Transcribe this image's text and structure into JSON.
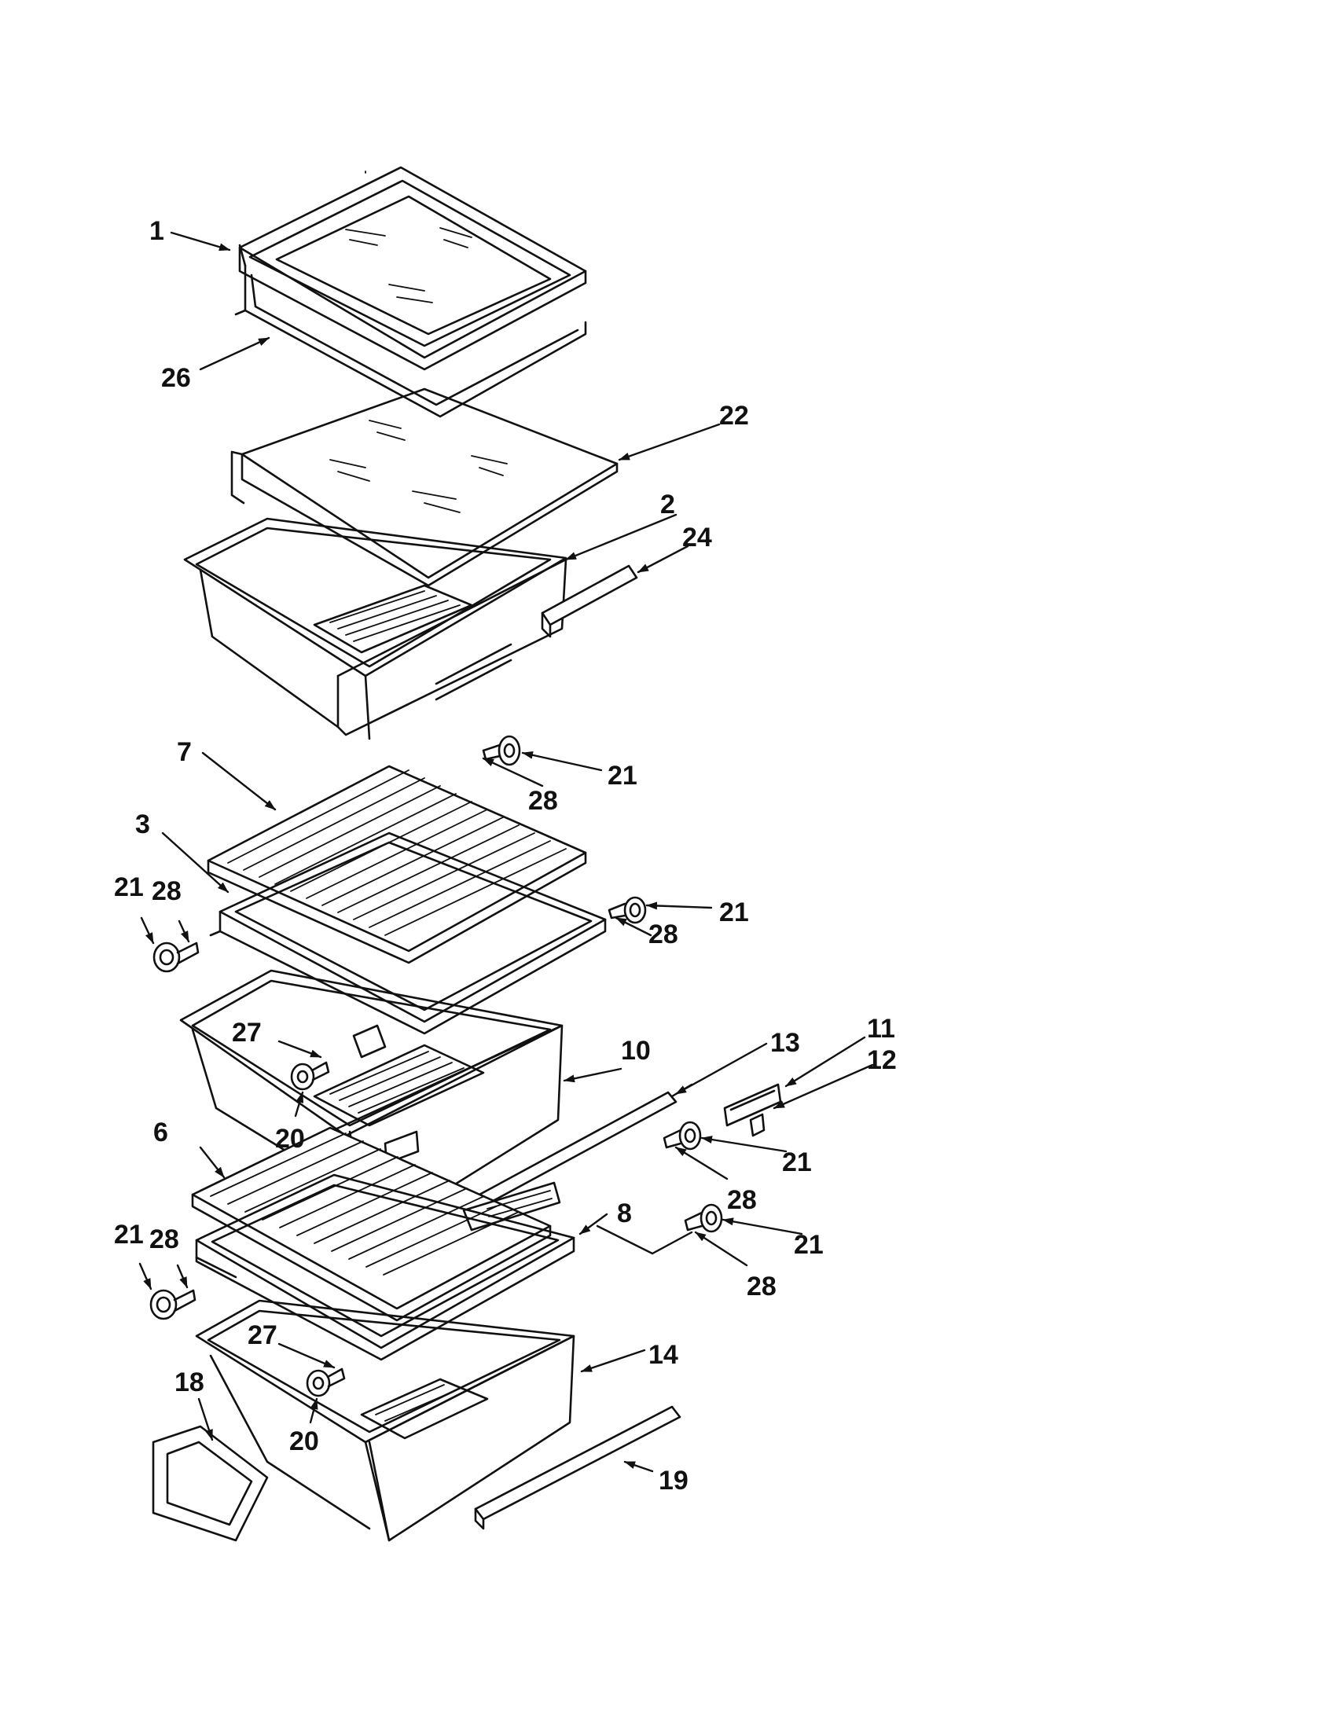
{
  "callouts": {
    "c1": "1",
    "c26": "26",
    "c22": "22",
    "c2": "2",
    "c24": "24",
    "c7": "7",
    "c21a": "21",
    "c28a": "28",
    "c3": "3",
    "c21b": "21",
    "c28b": "28",
    "c21c": "21",
    "c28c": "28",
    "c27a": "27",
    "c20a": "20",
    "c10": "10",
    "c13": "13",
    "c11": "11",
    "c12": "12",
    "c6": "6",
    "c21d": "21",
    "c28d": "28",
    "c8": "8",
    "c21e": "21",
    "c28e": "28",
    "c21f": "21",
    "c28f": "28",
    "c27b": "27",
    "c14": "14",
    "c18": "18",
    "c20b": "20",
    "c19": "19"
  }
}
